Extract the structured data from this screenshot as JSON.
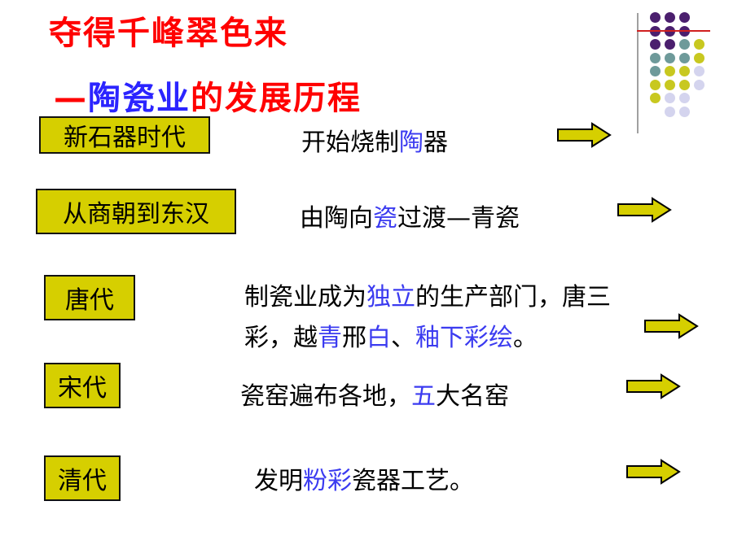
{
  "slide": {
    "title_line1": "夺得千峰翠色来",
    "title_line2_prefix": "—",
    "title_line2_blue": "陶瓷业",
    "title_line2_red": "的发展历程"
  },
  "rows": [
    {
      "period": "新石器时代",
      "desc": [
        {
          "t": "开始烧制",
          "h": false
        },
        {
          "t": "陶",
          "h": true
        },
        {
          "t": "器",
          "h": false
        }
      ]
    },
    {
      "period": "从商朝到东汉",
      "desc": [
        {
          "t": "由陶向",
          "h": false
        },
        {
          "t": "瓷",
          "h": true
        },
        {
          "t": "过渡—青瓷",
          "h": false
        }
      ]
    },
    {
      "period": "唐代",
      "desc_line1": [
        {
          "t": "制瓷业成为",
          "h": false
        },
        {
          "t": "独立",
          "h": true
        },
        {
          "t": "的生产部门，唐三",
          "h": false
        }
      ],
      "desc_line2": [
        {
          "t": "彩，越",
          "h": false
        },
        {
          "t": "青",
          "h": true
        },
        {
          "t": "邢",
          "h": false
        },
        {
          "t": "白",
          "h": true
        },
        {
          "t": "、",
          "h": false
        },
        {
          "t": "釉下彩绘",
          "h": true
        },
        {
          "t": "。",
          "h": false
        }
      ]
    },
    {
      "period": "宋代",
      "desc": [
        {
          "t": "瓷窑遍布各地，",
          "h": false
        },
        {
          "t": "五",
          "h": true
        },
        {
          "t": "大名窑",
          "h": false
        }
      ]
    },
    {
      "period": "清代",
      "desc": [
        {
          "t": "发明",
          "h": false
        },
        {
          "t": "粉彩",
          "h": true
        },
        {
          "t": "瓷器工艺。",
          "h": false
        }
      ]
    }
  ],
  "colors": {
    "title_red": "#ff0000",
    "title_blue": "#2b24ff",
    "highlight_blue": "#3b3bf0",
    "label_bg": "#d6cf00",
    "arrow_fill": "#d6cf00",
    "dot_purple": "#4b1f6e",
    "dot_teal": "#6e9a9a",
    "dot_yellow": "#c8c820",
    "dot_lavender": "#d4d4ee"
  },
  "decoration": {
    "dot_grid": [
      [
        "purple",
        "purple",
        "purple",
        null
      ],
      [
        "purple",
        "purple",
        "purple",
        null
      ],
      [
        "purple",
        "purple",
        "teal",
        "yellow"
      ],
      [
        "teal",
        "teal",
        "teal",
        "yellow"
      ],
      [
        "teal",
        "yellow",
        "yellow",
        "lavender"
      ],
      [
        "yellow",
        "yellow",
        "yellow",
        "lavender"
      ],
      [
        "yellow",
        "lavender",
        "lavender",
        null
      ],
      [
        null,
        "lavender",
        "lavender",
        null
      ]
    ]
  }
}
